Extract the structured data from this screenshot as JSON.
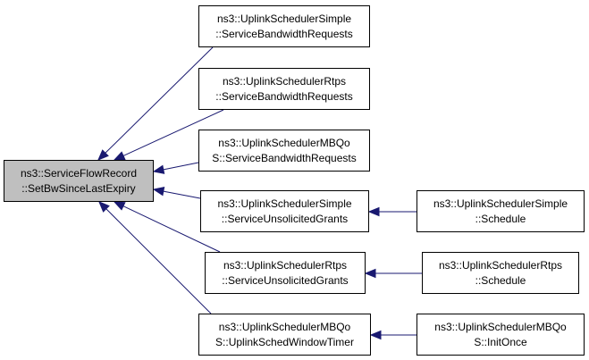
{
  "colors": {
    "edge": "#191970",
    "root_fill": "#bfbfbf",
    "node_fill": "#ffffff",
    "border": "#000000"
  },
  "nodes": {
    "root": {
      "line1": "ns3::ServiceFlowRecord",
      "line2": "::SetBwSinceLastExpiry"
    },
    "simple_bw": {
      "line1": "ns3::UplinkSchedulerSimple",
      "line2": "::ServiceBandwidthRequests"
    },
    "rtps_bw": {
      "line1": "ns3::UplinkSchedulerRtps",
      "line2": "::ServiceBandwidthRequests"
    },
    "mbqos_bw": {
      "line1": "ns3::UplinkSchedulerMBQo",
      "line2": "S::ServiceBandwidthRequests"
    },
    "simple_ug": {
      "line1": "ns3::UplinkSchedulerSimple",
      "line2": "::ServiceUnsolicitedGrants"
    },
    "rtps_ug": {
      "line1": "ns3::UplinkSchedulerRtps",
      "line2": "::ServiceUnsolicitedGrants"
    },
    "mbqos_timer": {
      "line1": "ns3::UplinkSchedulerMBQo",
      "line2": "S::UplinkSchedWindowTimer"
    },
    "simple_schedule": {
      "line1": "ns3::UplinkSchedulerSimple",
      "line2": "::Schedule"
    },
    "rtps_schedule": {
      "line1": "ns3::UplinkSchedulerRtps",
      "line2": "::Schedule"
    },
    "mbqos_initonce": {
      "line1": "ns3::UplinkSchedulerMBQo",
      "line2": "S::InitOnce"
    }
  },
  "edges": [
    {
      "from": "simple_bw",
      "to": "root"
    },
    {
      "from": "rtps_bw",
      "to": "root"
    },
    {
      "from": "mbqos_bw",
      "to": "root"
    },
    {
      "from": "simple_ug",
      "to": "root"
    },
    {
      "from": "rtps_ug",
      "to": "root"
    },
    {
      "from": "mbqos_timer",
      "to": "root"
    },
    {
      "from": "simple_schedule",
      "to": "simple_ug"
    },
    {
      "from": "rtps_schedule",
      "to": "rtps_ug"
    },
    {
      "from": "mbqos_initonce",
      "to": "mbqos_timer"
    }
  ]
}
